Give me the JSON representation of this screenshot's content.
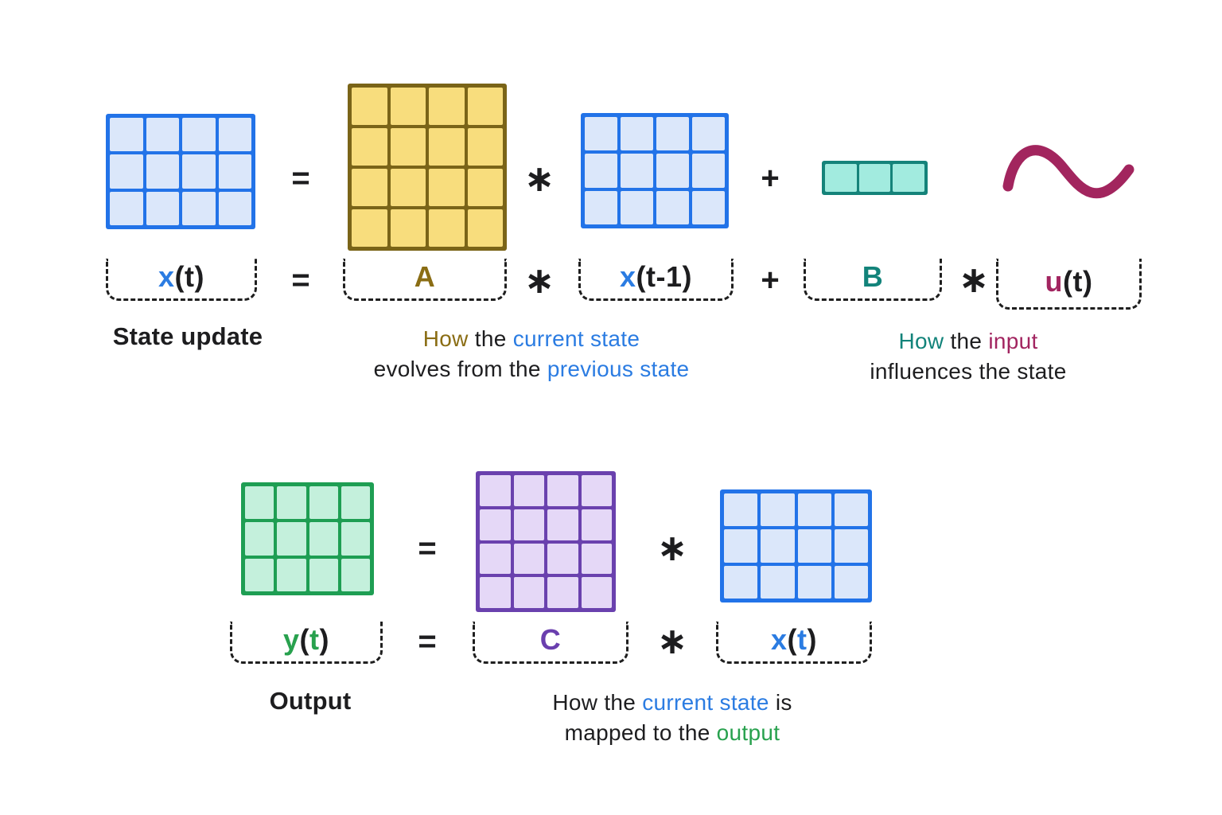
{
  "colors": {
    "ink": "#1d1d1f",
    "blue": "#2b7ce2",
    "olive": "#8a6d14",
    "teal": "#12837a",
    "magenta": "#a22560",
    "green": "#28a14e",
    "purple": "#6a3fae",
    "blue_border": "#2273e8",
    "blue_fill": "#dbe7fa",
    "yellow_border": "#7a6418",
    "yellow_fill": "#f8dd7d",
    "teal_border": "#15837a",
    "teal_fill": "#a2ebdf",
    "green_border": "#1e9e53",
    "green_fill": "#c4f0dc",
    "purple_border": "#6a41ae",
    "purple_fill": "#e5d8f7"
  },
  "matrices": {
    "x_t_top": {
      "rows": 3,
      "cols": 4,
      "border": "#2273e8",
      "fill": "#dbe7fa"
    },
    "A": {
      "rows": 4,
      "cols": 4,
      "border": "#7a6418",
      "fill": "#f8dd7d"
    },
    "x_t_minus_1": {
      "rows": 3,
      "cols": 4,
      "border": "#2273e8",
      "fill": "#dbe7fa"
    },
    "B": {
      "rows": 1,
      "cols": 3,
      "border": "#15837a",
      "fill": "#a2ebdf"
    },
    "y_t": {
      "rows": 3,
      "cols": 4,
      "border": "#1e9e53",
      "fill": "#c4f0dc"
    },
    "C": {
      "rows": 4,
      "cols": 4,
      "border": "#6a41ae",
      "fill": "#e5d8f7"
    },
    "x_t_bottom": {
      "rows": 3,
      "cols": 4,
      "border": "#2273e8",
      "fill": "#dbe7fa"
    }
  },
  "signal": {
    "color": "#a2255e"
  },
  "operators": {
    "eq": "=",
    "times": "∗",
    "plus": "+"
  },
  "equation1": {
    "x_t": [
      {
        "t": "x",
        "c": "#2b7ce2"
      },
      {
        "t": "(t)",
        "c": "#1d1d1f"
      }
    ],
    "A": [
      {
        "t": "A",
        "c": "#8a6d14"
      }
    ],
    "x_t_minus_1": [
      {
        "t": "x",
        "c": "#2b7ce2"
      },
      {
        "t": "(t-1)",
        "c": "#1d1d1f"
      }
    ],
    "B": [
      {
        "t": "B",
        "c": "#12837a"
      }
    ],
    "u_t": [
      {
        "t": "u",
        "c": "#a22560"
      },
      {
        "t": "(t)",
        "c": "#1d1d1f"
      }
    ]
  },
  "equation2": {
    "y_t": [
      {
        "t": "y",
        "c": "#28a14e"
      },
      {
        "t": "(",
        "c": "#1d1d1f"
      },
      {
        "t": "t",
        "c": "#28a14e"
      },
      {
        "t": ")",
        "c": "#1d1d1f"
      }
    ],
    "C": [
      {
        "t": "C",
        "c": "#6a3fae"
      }
    ],
    "x_t": [
      {
        "t": "x",
        "c": "#2b7ce2"
      },
      {
        "t": "(",
        "c": "#1d1d1f"
      },
      {
        "t": "t",
        "c": "#2b7ce2"
      },
      {
        "t": ")",
        "c": "#1d1d1f"
      }
    ]
  },
  "captions": {
    "state_update": "State update",
    "output": "Output",
    "evolve_line1": [
      {
        "t": "How",
        "c": "#8a6d14"
      },
      {
        "t": " the ",
        "c": "#1d1d1f"
      },
      {
        "t": "current state",
        "c": "#2b7ce2"
      }
    ],
    "evolve_line2": [
      {
        "t": "evolves from the ",
        "c": "#1d1d1f"
      },
      {
        "t": "previous state",
        "c": "#2b7ce2"
      }
    ],
    "input_line1": [
      {
        "t": "How",
        "c": "#12837a"
      },
      {
        "t": " the ",
        "c": "#1d1d1f"
      },
      {
        "t": "input",
        "c": "#a22560"
      }
    ],
    "input_line2": [
      {
        "t": "influences the state",
        "c": "#1d1d1f"
      }
    ],
    "output_line1": [
      {
        "t": "How the ",
        "c": "#1d1d1f"
      },
      {
        "t": "current state",
        "c": "#2b7ce2"
      },
      {
        "t": " is",
        "c": "#1d1d1f"
      }
    ],
    "output_line2": [
      {
        "t": "mapped to the ",
        "c": "#1d1d1f"
      },
      {
        "t": "output",
        "c": "#28a14e"
      }
    ]
  }
}
